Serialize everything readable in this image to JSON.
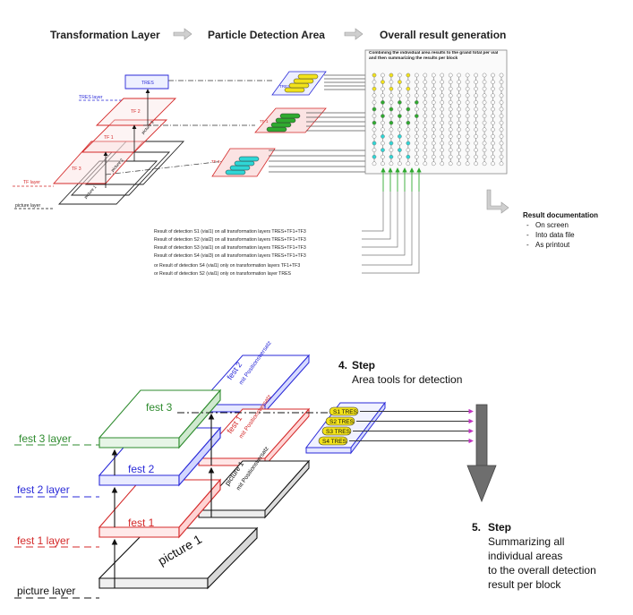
{
  "top": {
    "headers": {
      "h1": "Transformation Layer",
      "h2": "Particle Detection Area",
      "h3": "Overall result generation"
    },
    "box_note": "Combining the individual area results to the grand total per vial and then summarizing the results per block",
    "layers": {
      "tres": "TRES",
      "tres_layer": "TRES layer",
      "tf2": "TF 2",
      "tf1": "TF 1",
      "tf3": "TF 3",
      "tf_layer": "TF layer",
      "picture_layer": "picture layer",
      "picture": "picture 1",
      "picture2": "picture 2",
      "picture3": "picture 3"
    },
    "detect_labels": {
      "tres": "TRES",
      "tf1": "TF 1",
      "tf2": "TF 3"
    },
    "results": [
      "Result of detection S1 (vial1) on all transformation layers TRES+TF1+TF3",
      "Result of detection S2 (vial2) on all transformation layers TRES+TF1+TF3",
      "Result of detection S3 (vial1) on all transformation layers TRES+TF1+TF3",
      "Result of detection S4 (vial3) on all transformation layers TRES+TF1+TF3",
      "or Result of detection S4 (vial1) only on  transformation layers TF1+TF3",
      "or Result of detection S2 (vial1) only on transformation layer TRES"
    ],
    "documentation": {
      "title": "Result documentation",
      "items": [
        "On screen",
        "Into data file",
        "As printout"
      ]
    },
    "colors": {
      "yellow": "#f2e21a",
      "green": "#2faa2f",
      "cyan": "#2fd6d6",
      "magenta": "#c033c0",
      "grid": "#7a7a7a"
    }
  },
  "bottom": {
    "layers": {
      "fest3_layer": "fest 3 layer",
      "fest2_layer": "fest 2 layer",
      "fest1_layer": "fest 1 layer",
      "picture_layer": "picture layer"
    },
    "plates": {
      "fest3": "fest 3",
      "fest2": "fest 2",
      "fest1": "fest 1",
      "picture1": "picture 1"
    },
    "back_plates": {
      "fest2": "fest 2",
      "fest1": "fest 1",
      "picture1": "picture 1",
      "sub": "mit Positionsversatz"
    },
    "step4": {
      "number": "4.",
      "title": "Step",
      "text": "Area tools for detection"
    },
    "tools": [
      "S1 TRES",
      "S2 TRES",
      "S3 TRES",
      "S4 TRES"
    ],
    "step5": {
      "number": "5.",
      "title": "Step",
      "lines": [
        "Summarizing all",
        "individual areas",
        "to the overall detection",
        "result per block"
      ]
    },
    "colors": {
      "green": "#2e8b2e",
      "blue": "#2a2ad8",
      "red": "#d42a2a",
      "black": "#111111",
      "gray_arrow": "#6e6e6e"
    }
  }
}
